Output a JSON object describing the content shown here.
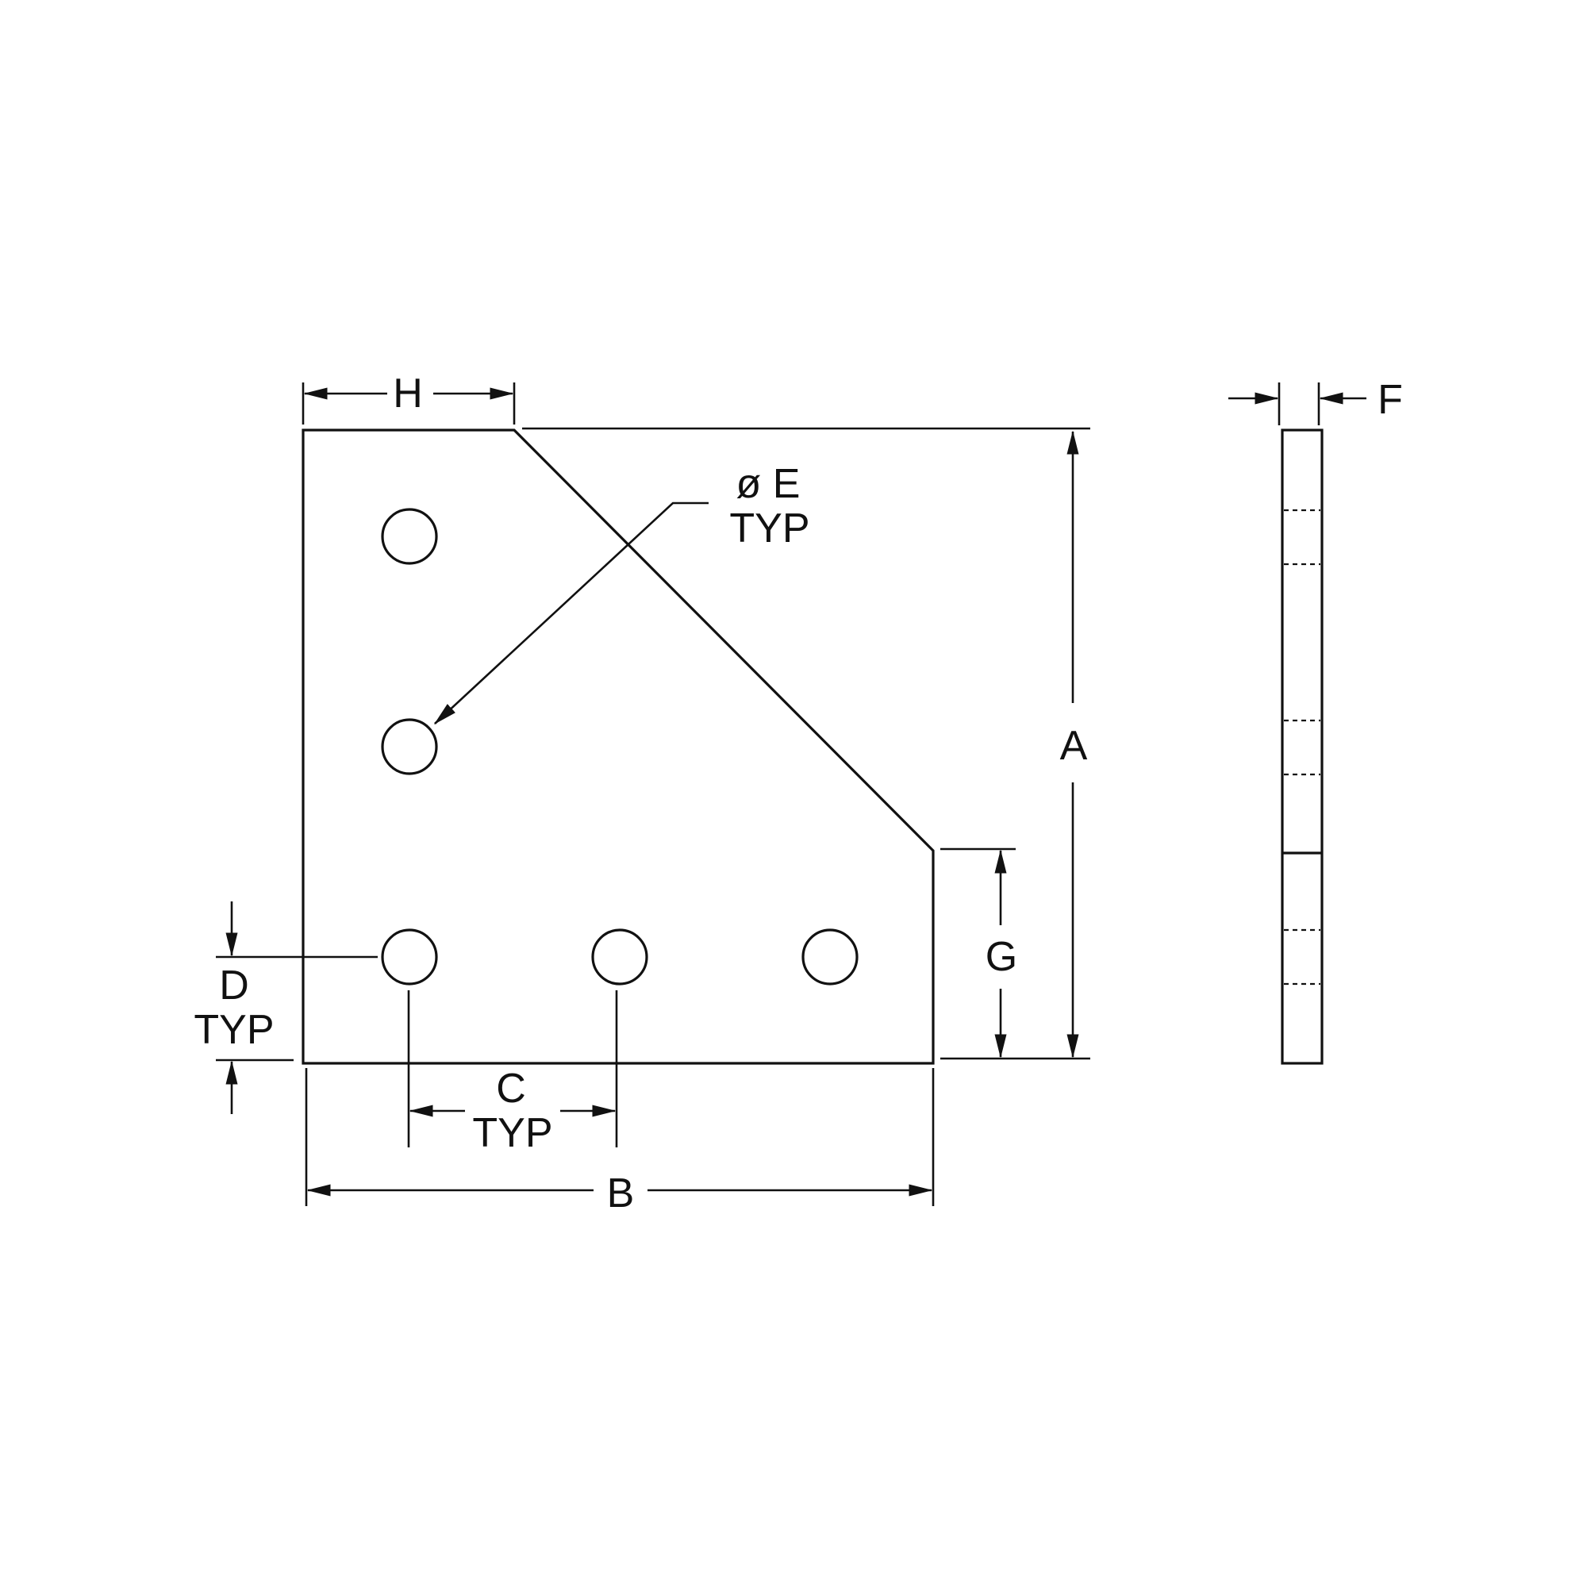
{
  "labels": {
    "A": "A",
    "B": "B",
    "C": "C",
    "C_typ": "TYP",
    "D": "D",
    "D_typ": "TYP",
    "E": "ø E",
    "E_typ": "TYP",
    "F": "F",
    "G": "G",
    "H": "H"
  }
}
